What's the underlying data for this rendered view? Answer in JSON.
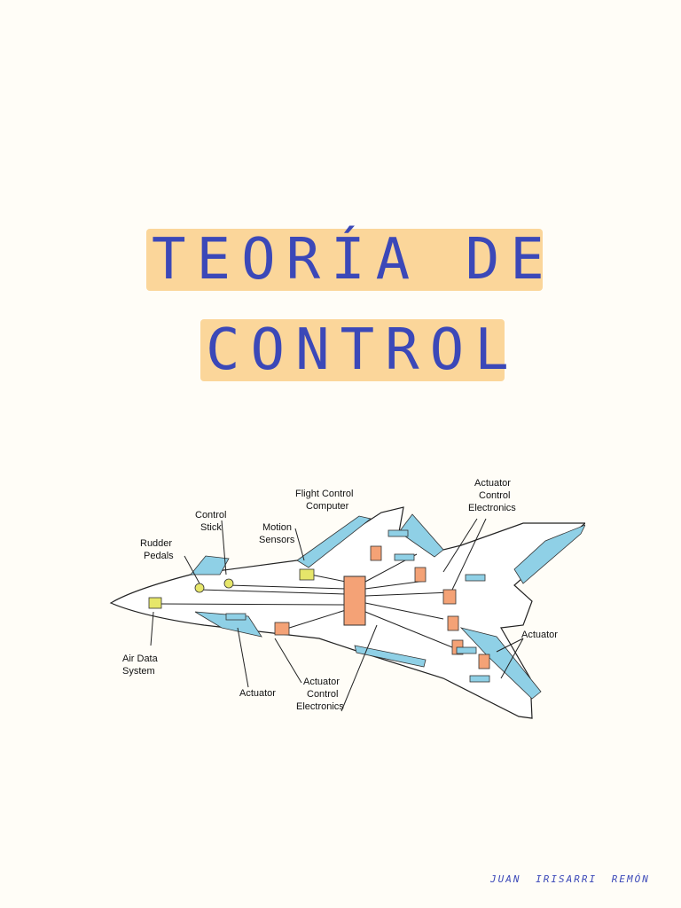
{
  "title": {
    "line1": "TEORÍA DE",
    "line2": "CONTROL"
  },
  "diagram": {
    "labels": {
      "flight_control_computer": [
        "Flight Control",
        "Computer"
      ],
      "actuator_control_electronics_top": [
        "Actuator",
        "Control",
        "Electronics"
      ],
      "control_stick": [
        "Control",
        "Stick"
      ],
      "motion_sensors": [
        "Motion",
        "Sensors"
      ],
      "rudder_pedals": [
        "Rudder",
        "Pedals"
      ],
      "actuator_right": "Actuator",
      "air_data_system": [
        "Air Data",
        "System"
      ],
      "actuator_bottom": "Actuator",
      "actuator_control_electronics_bottom": [
        "Actuator",
        "Control",
        "Electronics"
      ]
    },
    "colors": {
      "surface": "#8fd0e6",
      "box": "#f4a276",
      "sensor": "#e6e66a"
    }
  },
  "author": "JUAN IRISARRI REMÓN"
}
